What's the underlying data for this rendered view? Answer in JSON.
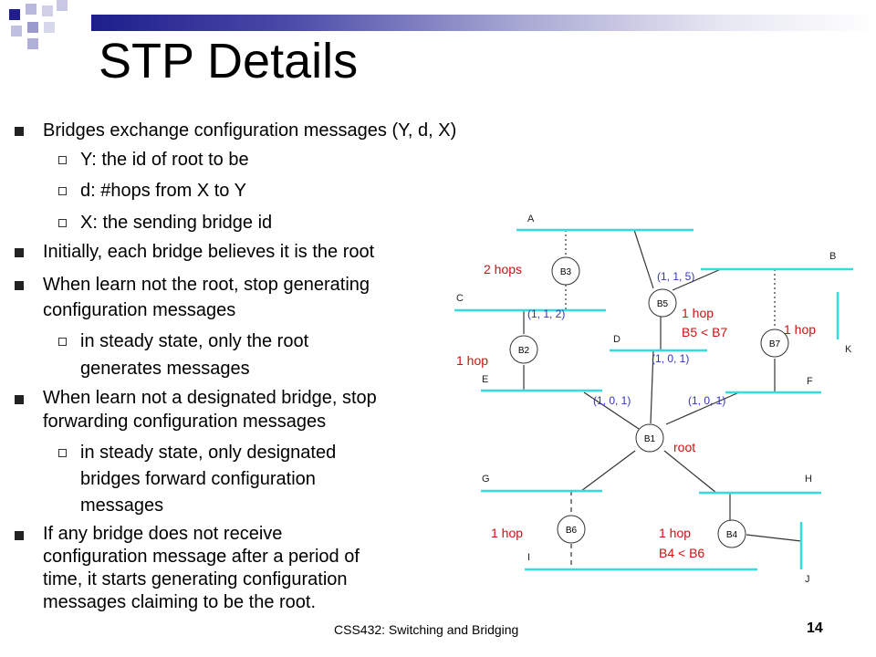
{
  "slide": {
    "title": "STP Details",
    "footer": "CSS432: Switching and Bridging",
    "page_number": "14",
    "bullets": [
      "Bridges exchange configuration messages (Y, d, X)",
      "Y: the id of root to be",
      "d: #hops from X to Y",
      "X: the sending bridge id",
      "Initially, each bridge believes it is the root",
      "When learn not the root, stop generating",
      "configuration messages",
      "in steady state, only the root",
      "generates messages",
      "When learn not a designated bridge, stop",
      "forwarding configuration messages",
      "in steady state, only designated",
      "bridges forward configuration",
      "messages",
      "If any bridge does not receive",
      "configuration message after a period of",
      "time, it starts generating configuration",
      "messages claiming to be the root."
    ]
  },
  "diagram": {
    "lans": [
      "A",
      "B",
      "C",
      "D",
      "E",
      "F",
      "G",
      "H",
      "I",
      "J",
      "K"
    ],
    "bridges": [
      "B1",
      "B2",
      "B3",
      "B4",
      "B5",
      "B6",
      "B7"
    ],
    "messages": [
      "(1, 1, 5)",
      "(1, 1, 2)",
      "(1, 0, 1)",
      "(1, 0, 1)",
      "(1, 0, 1)"
    ],
    "annotations": [
      "2 hops",
      "1 hop",
      "B5 < B7",
      "1 hop",
      "1 hop",
      "root",
      "1 hop",
      "1 hop",
      "B4 < B6"
    ],
    "colors": {
      "lan": "#33dddd",
      "message": "#3333bb",
      "annotation": "#cc1111"
    }
  }
}
